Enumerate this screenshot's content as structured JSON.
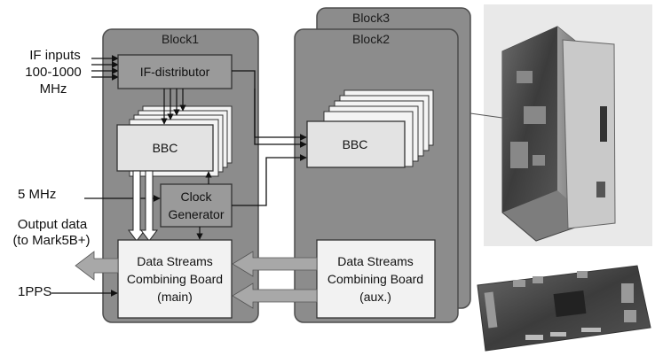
{
  "inputs": {
    "if_line1": "IF inputs",
    "if_line2": "100-1000",
    "if_line3": "MHz",
    "clock_ref": "5 MHz",
    "output_line1": "Output data",
    "output_line2": "(to Mark5B+)",
    "pps": "1PPS"
  },
  "blocks": {
    "block1": "Block1",
    "block2": "Block2",
    "block3": "Block3"
  },
  "components": {
    "if_distributor": "IF-distributor",
    "bbc1": "BBC",
    "bbc2": "BBC",
    "clock_line1": "Clock",
    "clock_line2": "Generator",
    "dscb_main_line1": "Data Streams",
    "dscb_main_line2": "Combining Board",
    "dscb_main_line3": "(main)",
    "dscb_aux_line1": "Data Streams",
    "dscb_aux_line2": "Combining Board",
    "dscb_aux_line3": "(aux.)"
  },
  "colors": {
    "block_fill": "#8c8c8c",
    "block_stroke": "#4d4d4d",
    "box_fill": "#e3e3e3",
    "if_fill": "#9a9a9a",
    "dscb_fill": "#f2f2f2",
    "arrow_gray": "#9a9a9a"
  }
}
